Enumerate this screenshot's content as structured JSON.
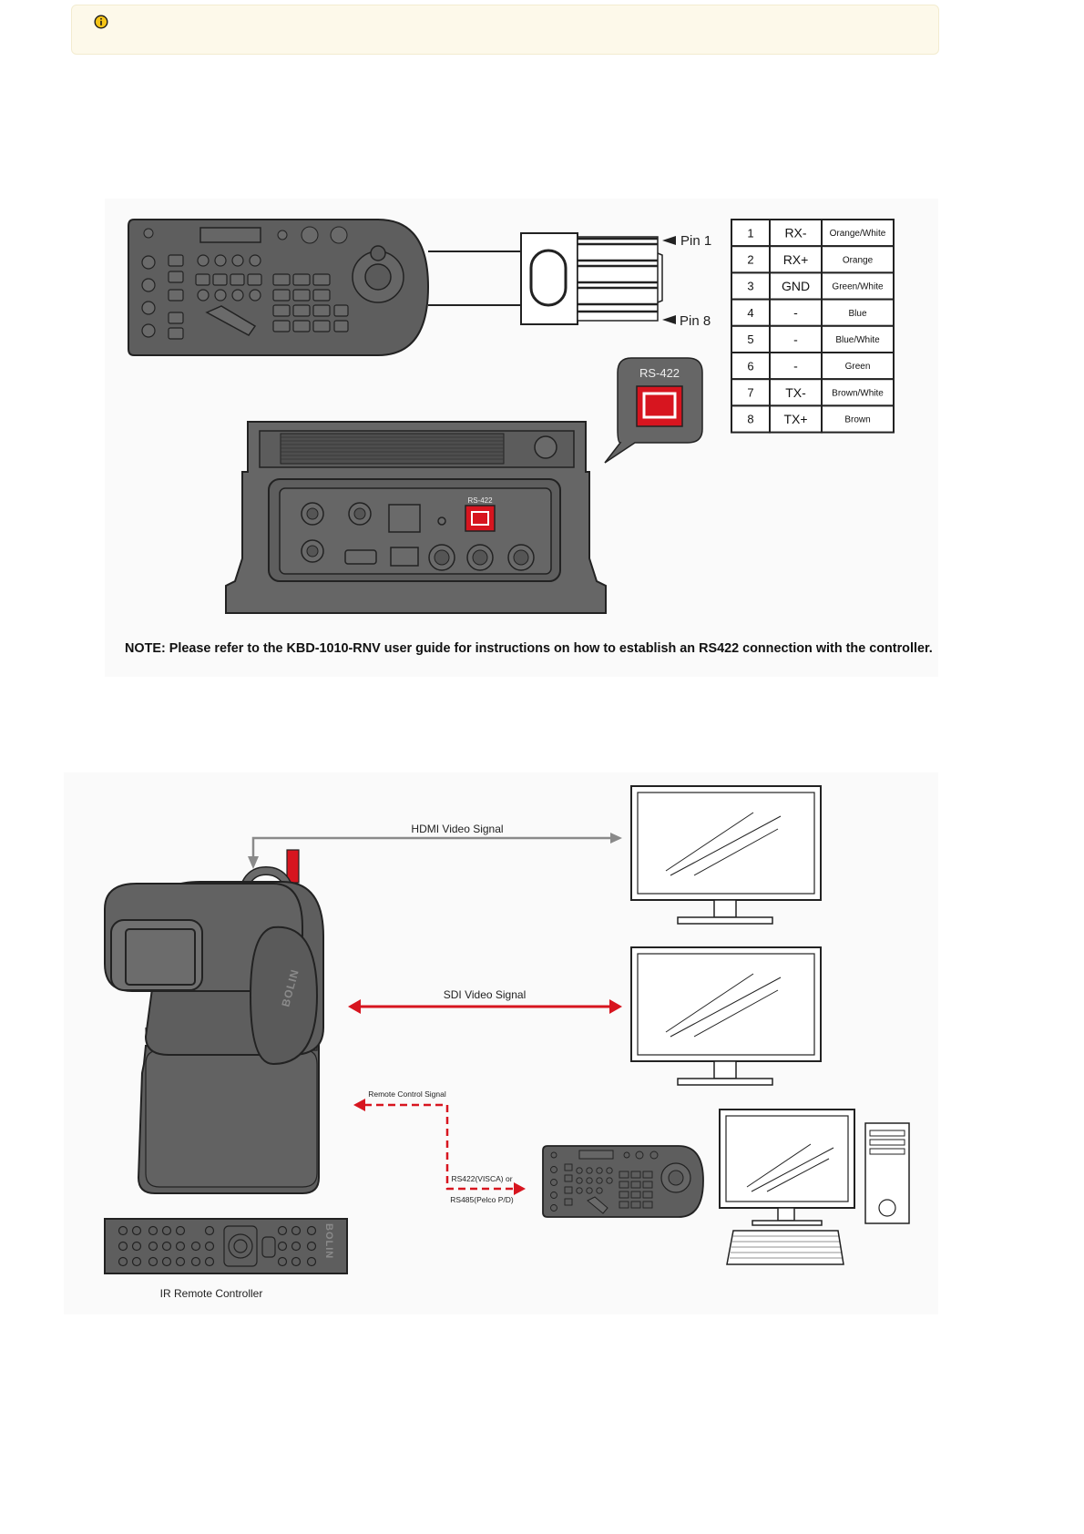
{
  "notice": {
    "icon": "info-icon",
    "accent": "#e6b800"
  },
  "rs422_figure": {
    "pin_table": [
      {
        "pin": "1",
        "signal": "RX-",
        "color": "Orange/White"
      },
      {
        "pin": "2",
        "signal": "RX+",
        "color": "Orange"
      },
      {
        "pin": "3",
        "signal": "GND",
        "color": "Green/White"
      },
      {
        "pin": "4",
        "signal": "-",
        "color": "Blue"
      },
      {
        "pin": "5",
        "signal": "-",
        "color": "Blue/White"
      },
      {
        "pin": "6",
        "signal": "-",
        "color": "Green"
      },
      {
        "pin": "7",
        "signal": "TX-",
        "color": "Brown/White"
      },
      {
        "pin": "8",
        "signal": "TX+",
        "color": "Brown"
      }
    ],
    "pin1_label": "Pin 1",
    "pin8_label": "Pin 8",
    "callout_label": "RS-422",
    "panel_port_label": "RS-422",
    "note": "NOTE: Please refer to the KBD-1010-RNV user guide for instructions on how to establish an RS422 connection with the controller.",
    "highlight_color": "#d7151f"
  },
  "system_figure": {
    "hdmi_label": "HDMI Video Signal",
    "sdi_label": "SDI Video Signal",
    "remote_label": "Remote Control Signal",
    "rs422_label": "RS422(VISCA) or",
    "rs485_label": "RS485(Pelco P/D)",
    "ir_label": "IR Remote Controller",
    "camera_brand": "BOLIN",
    "hdmi_color": "#8a8a8a",
    "signal_color": "#d7151f"
  }
}
